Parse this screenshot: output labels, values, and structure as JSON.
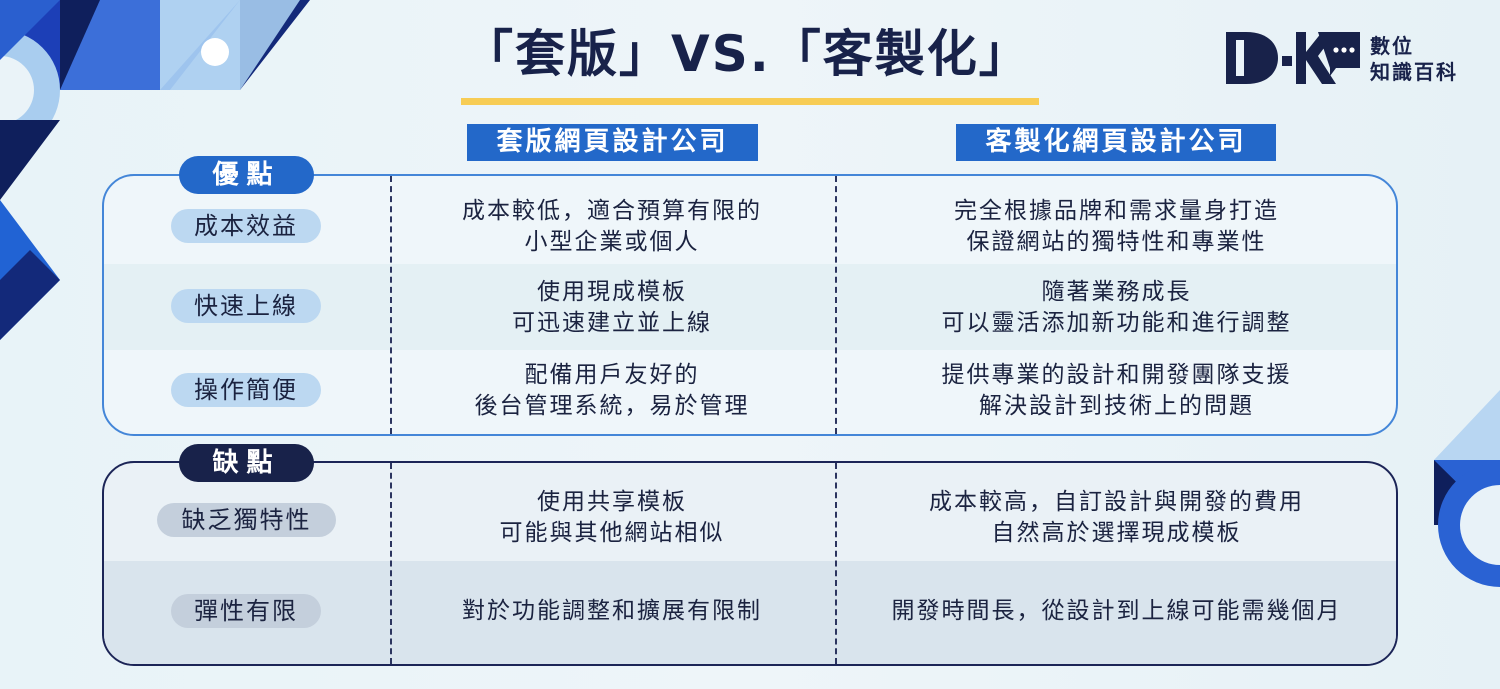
{
  "title": "「套版」VS.「客製化」",
  "logo": {
    "line1": "數位",
    "line2": "知識百科"
  },
  "columns": {
    "template": "套版網頁設計公司",
    "custom": "客製化網頁設計公司"
  },
  "pros": {
    "label": "優點",
    "rows": [
      {
        "label": "成本效益",
        "template": [
          "成本較低，適合預算有限的",
          "小型企業或個人"
        ],
        "custom": [
          "完全根據品牌和需求量身打造",
          "保證網站的獨特性和專業性"
        ]
      },
      {
        "label": "快速上線",
        "template": [
          "使用現成模板",
          "可迅速建立並上線"
        ],
        "custom": [
          "隨著業務成長",
          "可以靈活添加新功能和進行調整"
        ]
      },
      {
        "label": "操作簡便",
        "template": [
          "配備用戶友好的",
          "後台管理系統，易於管理"
        ],
        "custom": [
          "提供專業的設計和開發團隊支援",
          "解決設計到技術上的問題"
        ]
      }
    ]
  },
  "cons": {
    "label": "缺點",
    "rows": [
      {
        "label": "缺乏獨特性",
        "template": [
          "使用共享模板",
          "可能與其他網站相似"
        ],
        "custom": [
          "成本較高，自訂設計與開發的費用",
          "自然高於選擇現成模板"
        ]
      },
      {
        "label": "彈性有限",
        "template": [
          "對於功能調整和擴展有限制"
        ],
        "custom": [
          "開發時間長，從設計到上線可能需幾個月"
        ]
      }
    ]
  },
  "colors": {
    "navy": "#18224a",
    "blue": "#2368c9",
    "light_blue": "#b9d6f1",
    "yellow": "#f7cc55"
  }
}
